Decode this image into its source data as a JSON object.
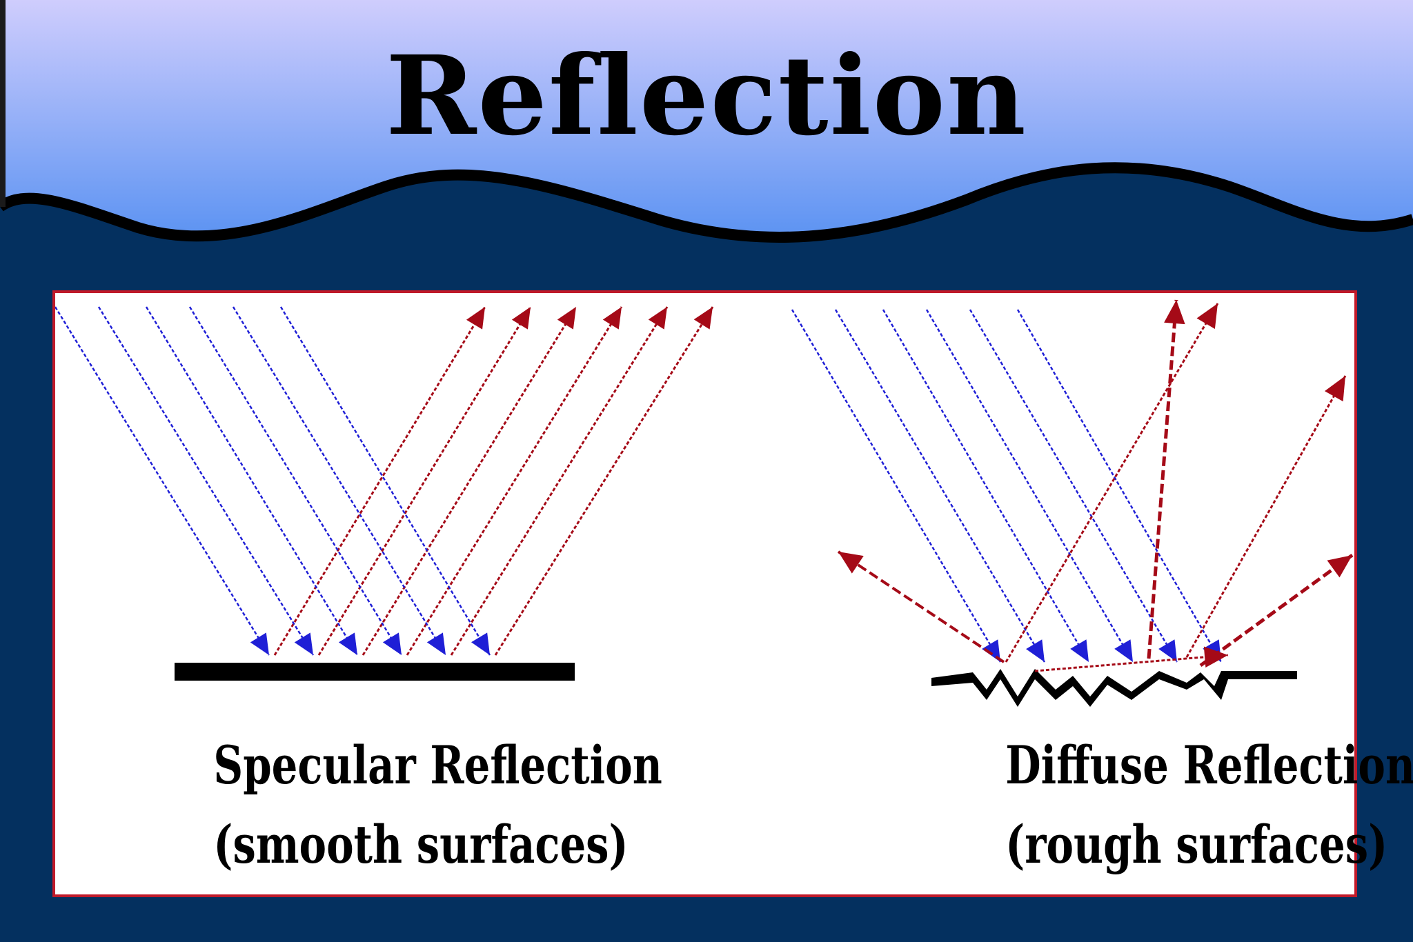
{
  "title": "Reflection",
  "colors": {
    "header_top": "#cfcdfd",
    "header_bottom": "#5c93f2",
    "background": "#04305f",
    "panel_border": "#c01a2a",
    "incident_ray": "#1f1fd6",
    "reflected_ray": "#a50a17",
    "surface": "#000000"
  },
  "diagrams": {
    "specular": {
      "title": "Specular Reflection",
      "subtitle": "(smooth surfaces)"
    },
    "diffuse": {
      "title": "Diffuse Reflection",
      "subtitle": "(rough surfaces)"
    }
  }
}
